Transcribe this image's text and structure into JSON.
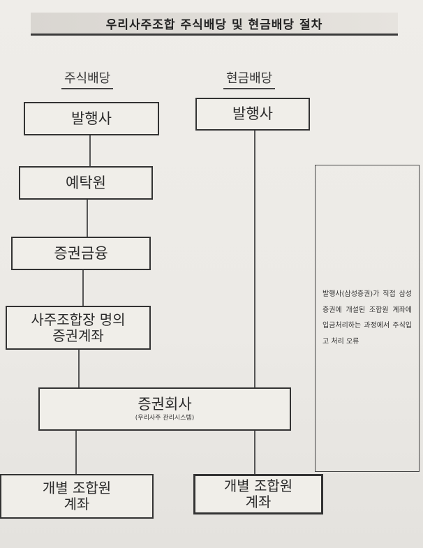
{
  "title": "우리사주조합 주식배당 및 현금배당 절차",
  "columns": {
    "stock": "주식배당",
    "cash": "현금배당"
  },
  "stock_flow": {
    "issuer": "발행사",
    "depository": "예탁원",
    "securities_finance": "증권금융",
    "union_account_line1": "사주조합장 명의",
    "union_account_line2": "증권계좌",
    "broker": "증권회사",
    "broker_sub": "(우리사주 관리시스템)",
    "member_account_line1": "개별 조합원",
    "member_account_line2": "계좌"
  },
  "cash_flow": {
    "issuer": "발행사",
    "member_account_line1": "개별 조합원",
    "member_account_line2": "계좌"
  },
  "note": "발행사(삼성증권)가 직접 삼성증권에 개설된 조합원 계좌에 입금처리하는 과정에서 주식입고 처리 오류"
}
